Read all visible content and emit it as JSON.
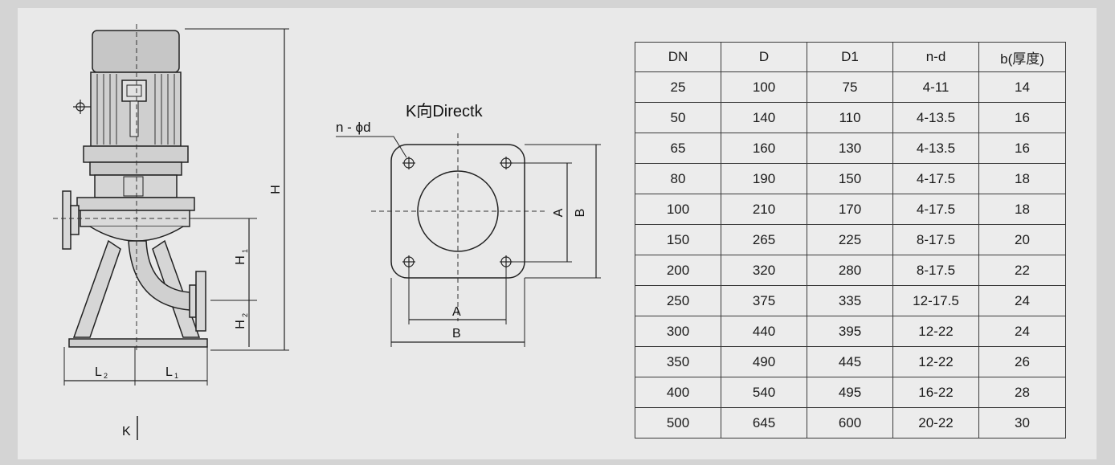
{
  "diagram": {
    "view_title": "K向Directk",
    "hole_label": "n - ϕd",
    "dim_H": "H",
    "dim_H1": "H",
    "dim_H1_sub": "1",
    "dim_H2": "H",
    "dim_H2_sub": "2",
    "dim_L2": "L",
    "dim_L2_sub": "2",
    "dim_L1": "L",
    "dim_L1_sub": "1",
    "dim_A_bottom": "A",
    "dim_B_bottom": "B",
    "dim_A_side": "A",
    "dim_B_side": "B",
    "arrow_label": "K"
  },
  "table": {
    "headers": [
      "DN",
      "D",
      "D1",
      "n-d",
      "b(厚度)"
    ],
    "rows": [
      [
        "25",
        "100",
        "75",
        "4-11",
        "14"
      ],
      [
        "50",
        "140",
        "110",
        "4-13.5",
        "16"
      ],
      [
        "65",
        "160",
        "130",
        "4-13.5",
        "16"
      ],
      [
        "80",
        "190",
        "150",
        "4-17.5",
        "18"
      ],
      [
        "100",
        "210",
        "170",
        "4-17.5",
        "18"
      ],
      [
        "150",
        "265",
        "225",
        "8-17.5",
        "20"
      ],
      [
        "200",
        "320",
        "280",
        "8-17.5",
        "22"
      ],
      [
        "250",
        "375",
        "335",
        "12-17.5",
        "24"
      ],
      [
        "300",
        "440",
        "395",
        "12-22",
        "24"
      ],
      [
        "350",
        "490",
        "445",
        "12-22",
        "26"
      ],
      [
        "400",
        "540",
        "495",
        "16-22",
        "28"
      ],
      [
        "500",
        "645",
        "600",
        "20-22",
        "30"
      ]
    ]
  }
}
